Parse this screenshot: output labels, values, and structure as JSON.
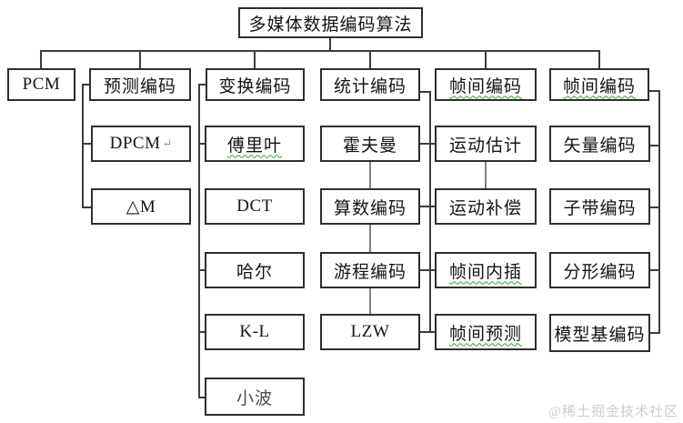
{
  "page": {
    "background": "#ffffff"
  },
  "watermark": {
    "text": "@稀土掘金技术社区",
    "color": "#cccccc"
  },
  "diagram": {
    "type": "tree",
    "line_color": "#3c3c3c",
    "inter_box_link_color": "#808080",
    "spellcheck_squiggle_color": "#33a02c",
    "root": {
      "label": "多媒体数据编码算法"
    },
    "columns": [
      {
        "parent": {
          "label": "PCM"
        },
        "children": []
      },
      {
        "parent": {
          "label": "预测编码"
        },
        "children": [
          {
            "label": "DPCM",
            "mark": "↵"
          },
          {
            "label": "△M"
          }
        ]
      },
      {
        "parent": {
          "label": "变换编码"
        },
        "children": [
          {
            "label": "傅里叶",
            "spellcheck_underline": true
          },
          {
            "label": "DCT"
          },
          {
            "label": "哈尔"
          },
          {
            "label": "K-L"
          },
          {
            "label": "小波"
          }
        ]
      },
      {
        "parent": {
          "label": "统计编码"
        },
        "children": [
          {
            "label": "霍夫曼"
          },
          {
            "label": "算数编码"
          },
          {
            "label": "游程编码"
          },
          {
            "label": "LZW"
          }
        ]
      },
      {
        "parent": {
          "label": "帧间编码",
          "spellcheck_underline": true
        },
        "children": [
          {
            "label": "运动估计"
          },
          {
            "label": "运动补偿"
          },
          {
            "label": "帧间内插",
            "spellcheck_underline": true
          },
          {
            "label": "帧间预测",
            "spellcheck_underline": true
          }
        ]
      },
      {
        "parent": {
          "label": "帧间编码",
          "spellcheck_underline": true
        },
        "children": [
          {
            "label": "矢量编码"
          },
          {
            "label": "子带编码"
          },
          {
            "label": "分形编码"
          },
          {
            "label": "模型基编码"
          }
        ]
      }
    ]
  }
}
